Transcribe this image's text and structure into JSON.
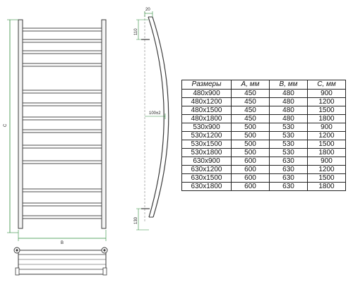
{
  "dimensions": {
    "height_label": "C",
    "width_label": "B",
    "side_top_width": "20",
    "side_top_height": "110",
    "side_offset": "100±2",
    "side_bottom_height": "130"
  },
  "table": {
    "headers": [
      "Размеры",
      "A, мм",
      "B, мм",
      "C, мм"
    ],
    "rows": [
      [
        "480x900",
        "450",
        "480",
        "900"
      ],
      [
        "480x1200",
        "450",
        "480",
        "1200"
      ],
      [
        "480x1500",
        "450",
        "480",
        "1500"
      ],
      [
        "480x1800",
        "450",
        "480",
        "1800"
      ],
      [
        "530x900",
        "500",
        "530",
        "900"
      ],
      [
        "530x1200",
        "500",
        "530",
        "1200"
      ],
      [
        "530x1500",
        "500",
        "530",
        "1500"
      ],
      [
        "530x1800",
        "500",
        "530",
        "1800"
      ],
      [
        "630x900",
        "600",
        "630",
        "900"
      ],
      [
        "630x1200",
        "600",
        "630",
        "1200"
      ],
      [
        "630x1500",
        "600",
        "630",
        "1500"
      ],
      [
        "630x1800",
        "600",
        "630",
        "1800"
      ]
    ]
  },
  "colors": {
    "line": "#3a3a3a",
    "dimension": "#2e8b3a",
    "text": "#111111"
  }
}
